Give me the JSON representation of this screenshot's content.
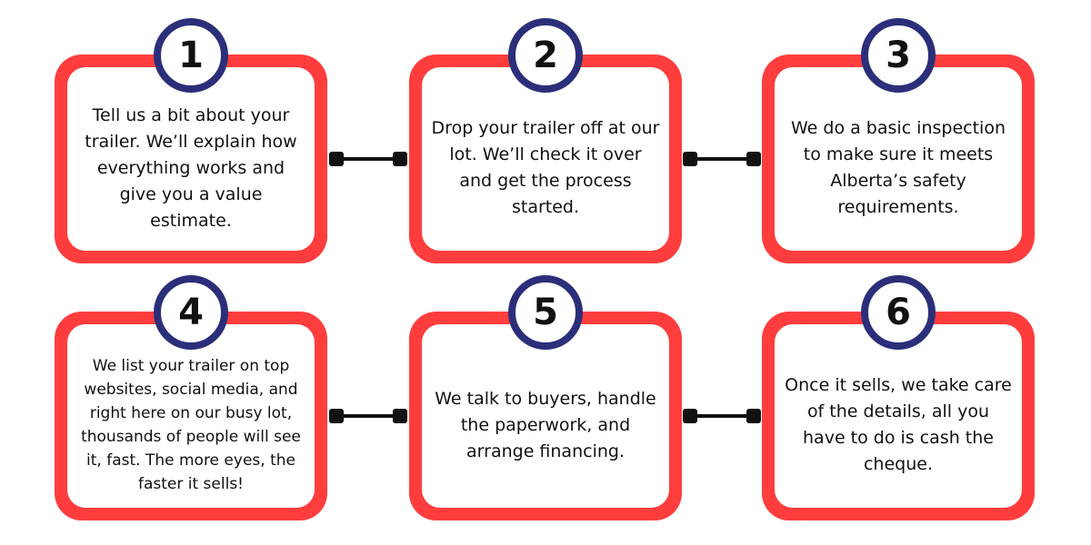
{
  "colors": {
    "card_border": "#ff3d3d",
    "badge_ring": "#2b2f7a",
    "connector": "#111111",
    "text": "#111111"
  },
  "steps": [
    {
      "number": "1",
      "text": "Tell us a bit about your trailer. We’ll explain how everything works and give you a value estimate."
    },
    {
      "number": "2",
      "text": "Drop your trailer off at our lot. We’ll check it over and get the process started."
    },
    {
      "number": "3",
      "text": "We do a basic inspection to make sure it meets Alberta’s safety requirements."
    },
    {
      "number": "4",
      "text": "We list your trailer on top websites, social media, and right here on our busy lot, thousands of people will see it, fast. The more eyes, the faster it sells!"
    },
    {
      "number": "5",
      "text": "We talk to buyers, handle the paperwork, and arrange financing."
    },
    {
      "number": "6",
      "text": "Once it sells, we take care of the details, all you have to do is cash the cheque."
    }
  ]
}
